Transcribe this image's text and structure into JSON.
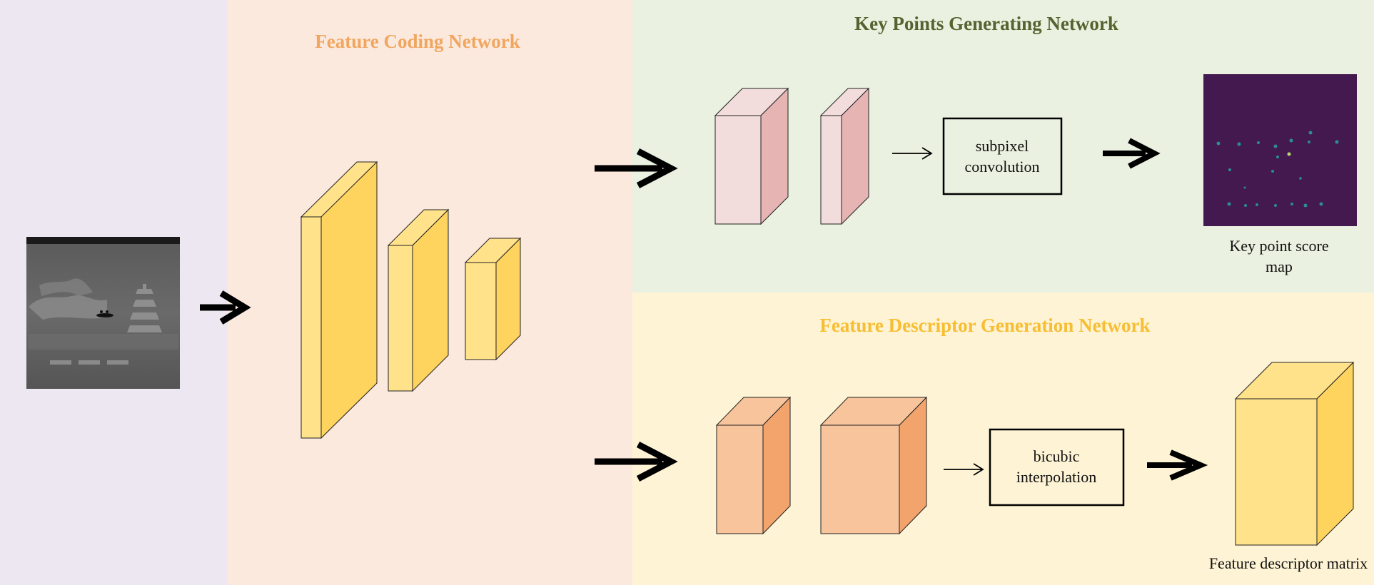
{
  "colors": {
    "input_panel_bg": "#ECE7F0",
    "coding_panel_bg": "#FCE9DE",
    "keypoint_panel_bg": "#EAF1E0",
    "descriptor_panel_bg": "#FEF3D4",
    "coding_title": "#F0A65F",
    "keypoint_title": "#566230",
    "descriptor_title": "#F7BE33",
    "yellow_block_front": "#FFE289",
    "yellow_block_side": "#FED45E",
    "pink_block_front": "#F3DCDC",
    "pink_block_side": "#E7B4B4",
    "orange_block_front": "#F8C49C",
    "orange_block_side": "#F2A46C",
    "scoremap_bg": "#44194F"
  },
  "sections": {
    "coding_title": "Feature Coding Network",
    "keypoint_title": "Key Points Generating Network",
    "descriptor_title": "Feature Descriptor Generation Network"
  },
  "modules": {
    "subpixel": [
      "subpixel",
      "convolution"
    ],
    "bicubic": [
      "bicubic",
      "interpolation"
    ]
  },
  "outputs": {
    "score_map": [
      "Key point score",
      "map"
    ],
    "descriptor_matrix": "Feature descriptor matrix"
  },
  "icons": {
    "input_image": "grayscale-photo-icon",
    "arrows": "right-arrow-icon"
  }
}
